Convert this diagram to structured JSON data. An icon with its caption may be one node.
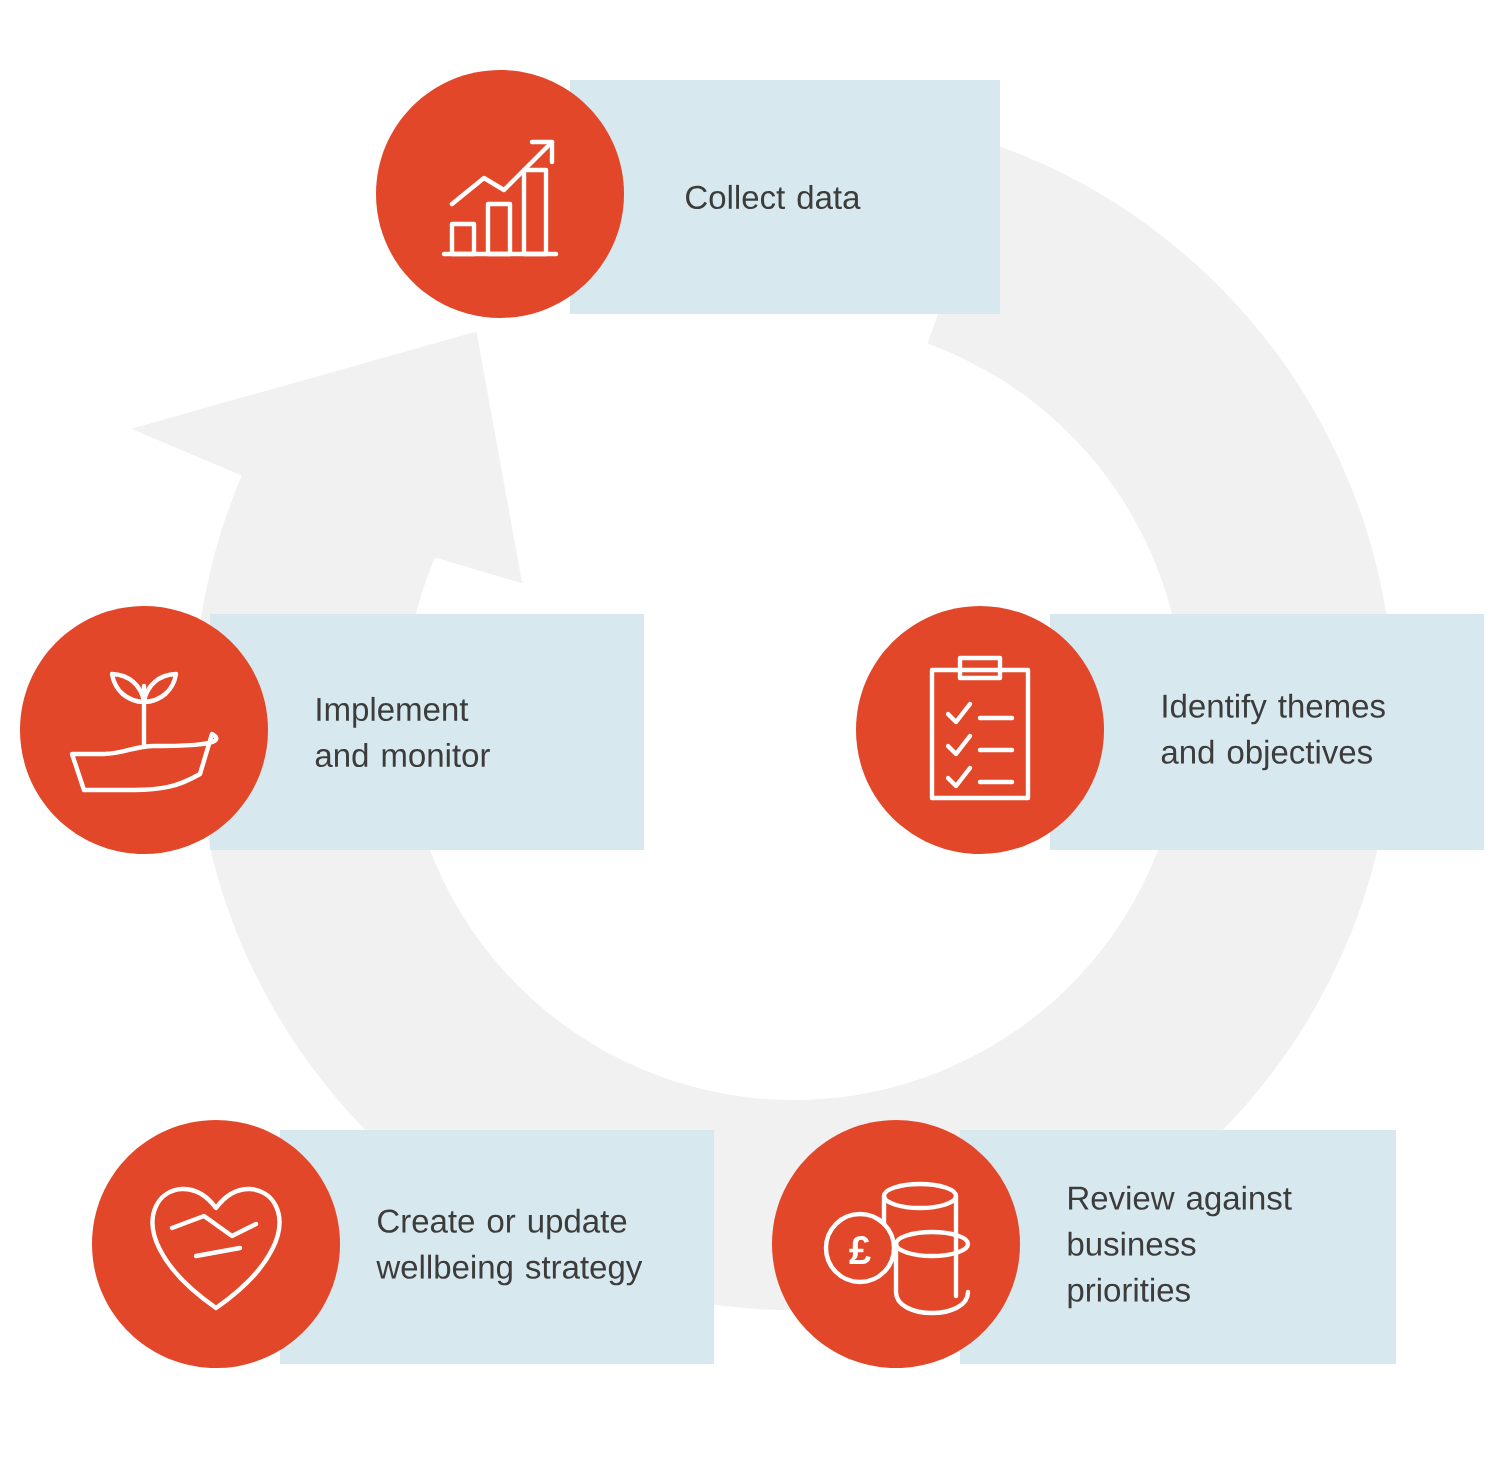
{
  "diagram": {
    "nodes": [
      {
        "text": [
          "Collect data"
        ]
      },
      {
        "text": [
          "Implement and monitor"
        ]
      },
      {
        "text": [
          "Identify themes and objectives"
        ]
      },
      {
        "text": [
          "Create or update wellbeing strategy"
        ]
      },
      {
        "text": [
          "Review against business priorities"
        ]
      }
    ],
    "labels": [
      "£"
    ]
  }
}
